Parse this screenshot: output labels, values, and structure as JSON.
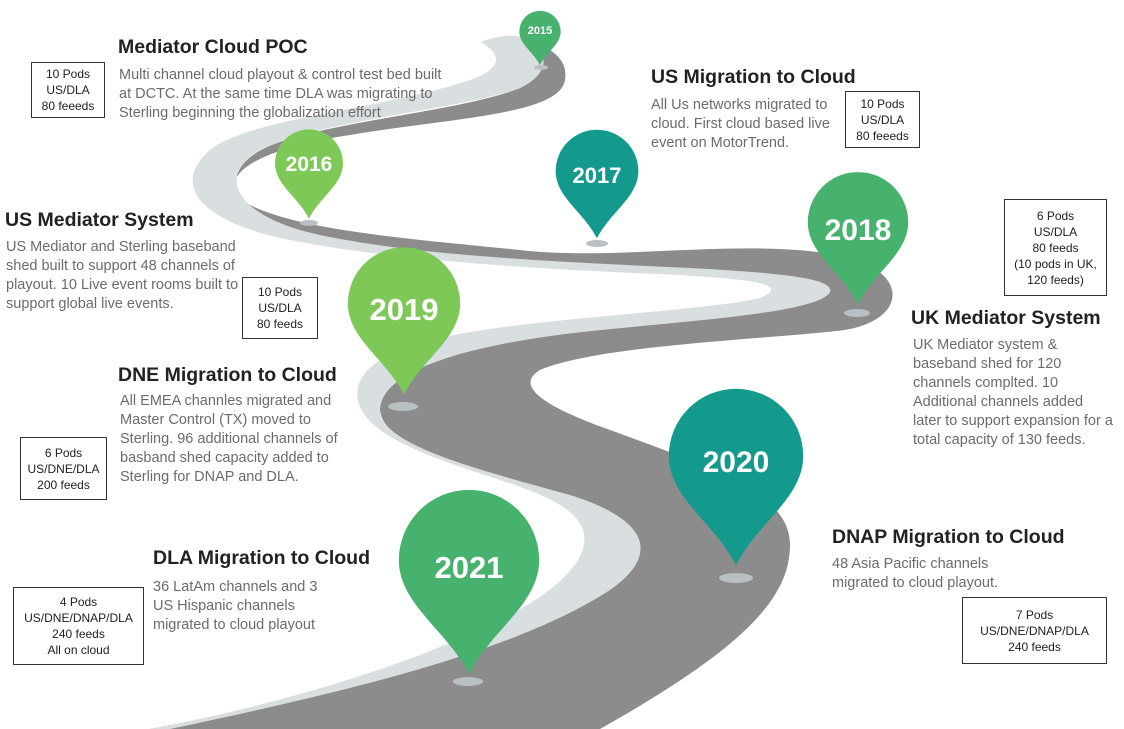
{
  "colors": {
    "road_top": "#d9dee1",
    "road_side": "#8c8c8c",
    "pin_light_green": "#7dc856",
    "pin_green": "#47b16e",
    "pin_teal": "#149a8d"
  },
  "milestones": [
    {
      "year": "2015",
      "title": "Mediator Cloud POC",
      "description": "Multi channel cloud playout & control test bed built at DCTC. At the same time DLA was migrating to Sterling beginning the globalization effort",
      "capacity": [
        "10 Pods",
        "US/DLA",
        "80 feeeds"
      ]
    },
    {
      "year": "2016",
      "title": "US Mediator System",
      "description": "US Mediator and Sterling baseband shed built to support 48 channels of playout. 10 Live event rooms built to support global live events.",
      "capacity": [
        "10 Pods",
        "US/DLA",
        "80 feeds"
      ]
    },
    {
      "year": "2017",
      "title": "US Migration to Cloud",
      "description": "All Us networks migrated to cloud. First cloud based live event on MotorTrend.",
      "capacity": [
        "10 Pods",
        "US/DLA",
        "80 feeeds"
      ]
    },
    {
      "year": "2018",
      "title": "UK Mediator System",
      "description": "UK Mediator system & baseband shed  for 120 channels complted. 10 Additional channels added later to support expansion for a total capacity of 130 feeds.",
      "capacity": [
        "6 Pods",
        "US/DLA",
        "80 feeds",
        "(10 pods in UK,",
        "120 feeds)"
      ]
    },
    {
      "year": "2019",
      "title": "DNE Migration to Cloud",
      "description": "All EMEA channles migrated and Master Control (TX) moved to Sterling. 96 additional channels of basband shed capacity added to Sterling for DNAP and DLA.",
      "capacity": [
        "6 Pods",
        "US/DNE/DLA",
        "200 feeds"
      ]
    },
    {
      "year": "2020",
      "title": "DNAP Migration to Cloud",
      "description": "48 Asia Pacific channels migrated to cloud playout.",
      "capacity": [
        "7 Pods",
        "US/DNE/DNAP/DLA",
        "240 feeds"
      ]
    },
    {
      "year": "2021",
      "title": "DLA Migration to Cloud",
      "description": "36 LatAm channels and 3 US Hispanic channels migrated to cloud playout",
      "capacity": [
        "4 Pods",
        "US/DNE/DNAP/DLA",
        "240 feeds",
        "All on cloud"
      ]
    }
  ]
}
